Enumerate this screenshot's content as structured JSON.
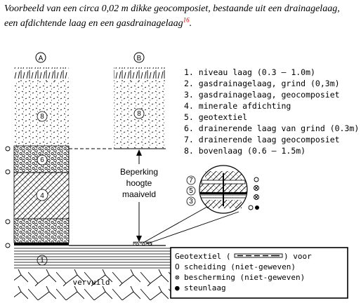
{
  "caption": {
    "text": "Voorbeeld van een circa 0,02 m dikke geocomposiet, bestaande uit een drainagelaag, een afdichtende laag en een gasdrainagelaag",
    "footnote": "16"
  },
  "diagram": {
    "column_a_label": "A",
    "column_b_label": "B",
    "layer_tags": [
      "1",
      "4",
      "6",
      "8",
      "8"
    ],
    "detail_tags": [
      "7",
      "5",
      "3"
    ],
    "legend_items": [
      "1. niveau laag (0.3 – 1.0m)",
      "2. gasdrainagelaag, grind (0,3m)",
      "3. gasdrainagelaag, geocomposiet",
      "4. minerale afdichting",
      "5. geotextiel",
      "6. drainerende laag van grind (0.3m)",
      "7. drainerende laag geocomposiet",
      "8. bovenlaag (0.6 – 1.5m)"
    ],
    "limit_label_lines": [
      "Beperking",
      "hoogte",
      "maaiveld"
    ],
    "ground_label": "vervuild",
    "geotextile_box": {
      "title": "Geotextiel (",
      "title_suffix": ") voor",
      "items": [
        {
          "symbol": "O",
          "text": "scheiding (niet-geweven)"
        },
        {
          "symbol": "⊗",
          "text": "bescherming (niet-geweven)"
        },
        {
          "symbol": "●",
          "text": "steunlaag"
        }
      ]
    }
  }
}
